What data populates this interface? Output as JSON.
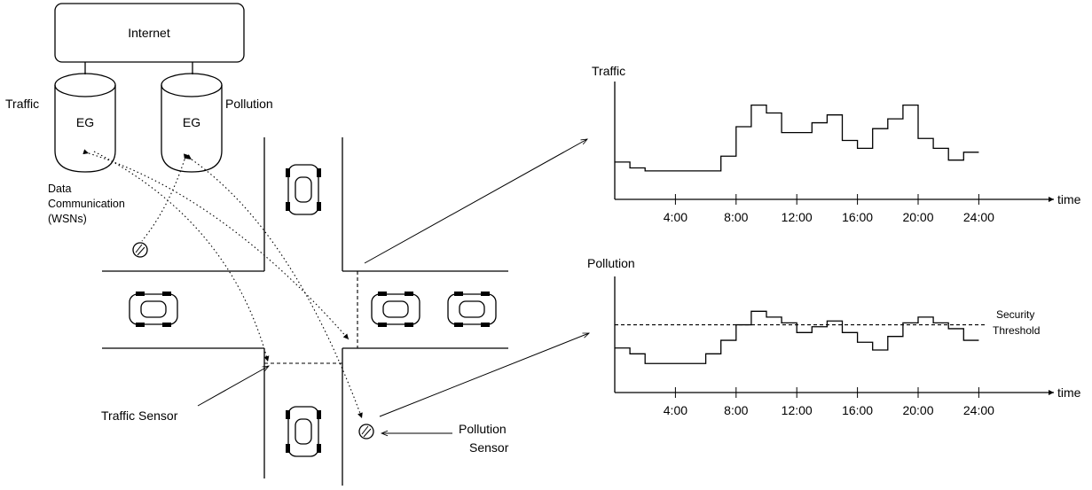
{
  "diagram": {
    "internet_label": "Internet",
    "traffic_eg": {
      "side_label": "Traffic",
      "label": "EG"
    },
    "pollution_eg": {
      "side_label": "Pollution",
      "label": "EG"
    },
    "data_comm_label": [
      "Data",
      "Communication",
      "(WSNs)"
    ],
    "traffic_sensor_label": "Traffic Sensor",
    "pollution_sensor_label": [
      "Pollution",
      "Sensor"
    ]
  },
  "chart_data": [
    {
      "type": "line",
      "step": true,
      "title": "Traffic",
      "xlabel": "time",
      "xticks": [
        "4:00",
        "8:00",
        "12:00",
        "16:00",
        "20:00",
        "24:00"
      ],
      "x": [
        0,
        1,
        2,
        3,
        4,
        5,
        6,
        7,
        8,
        9,
        10,
        11,
        12,
        13,
        14,
        15,
        16,
        17,
        18,
        19,
        20,
        21,
        22,
        23,
        24
      ],
      "values": [
        1.9,
        1.6,
        1.45,
        1.45,
        1.45,
        1.45,
        1.45,
        2.2,
        3.7,
        4.8,
        4.4,
        3.4,
        3.4,
        3.9,
        4.3,
        3.0,
        2.6,
        3.6,
        4.1,
        4.8,
        3.1,
        2.6,
        2.0,
        2.4,
        2.4
      ],
      "ylim": [
        0,
        6
      ]
    },
    {
      "type": "line",
      "step": true,
      "title": "Pollution",
      "xlabel": "time",
      "xticks": [
        "4:00",
        "8:00",
        "12:00",
        "16:00",
        "20:00",
        "24:00"
      ],
      "x": [
        0,
        1,
        2,
        3,
        4,
        5,
        6,
        7,
        8,
        9,
        10,
        11,
        12,
        13,
        14,
        15,
        16,
        17,
        18,
        19,
        20,
        21,
        22,
        23,
        24
      ],
      "values": [
        2.3,
        2.0,
        1.5,
        1.5,
        1.5,
        1.5,
        2.0,
        2.7,
        3.5,
        4.2,
        3.9,
        3.6,
        3.1,
        3.4,
        3.7,
        3.1,
        2.6,
        2.2,
        2.9,
        3.6,
        3.9,
        3.6,
        3.3,
        2.7,
        2.7
      ],
      "threshold": 3.5,
      "threshold_label": [
        "Security",
        "Threshold"
      ],
      "ylim": [
        0,
        6
      ]
    }
  ]
}
